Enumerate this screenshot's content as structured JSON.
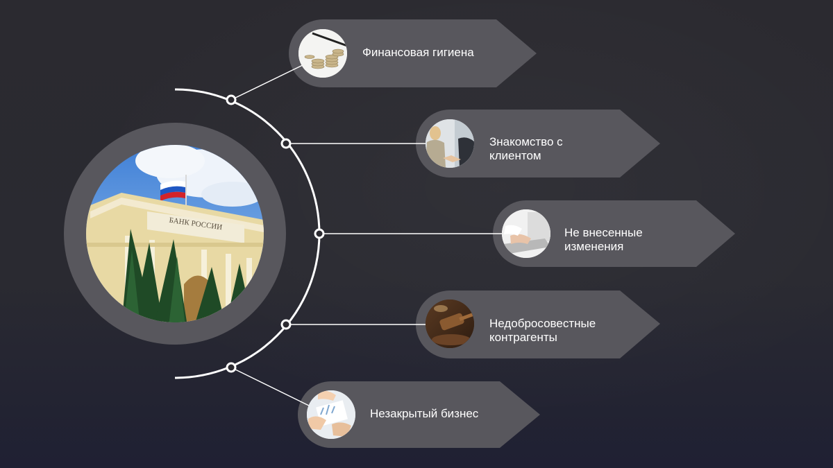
{
  "hub": {
    "image": "bank-of-russia-building-photo",
    "facade_text": "БАНК РОССИИ"
  },
  "items": [
    {
      "label": "Финансовая гигиена",
      "image": "coins-stack-photo"
    },
    {
      "label": "Знакомство с клиентом",
      "image": "handshake-photo"
    },
    {
      "label": "Не внесенные изменения",
      "image": "laptop-typing-photo"
    },
    {
      "label": "Недобросовестные контрагенты",
      "image": "judge-gavel-photo"
    },
    {
      "label": "Незакрытый бизнес",
      "image": "financial-documents-photo"
    }
  ],
  "colors": {
    "background": "#2b2a30",
    "pill": "#58575d",
    "hub_ring": "#58575d",
    "connector": "#ffffff"
  }
}
